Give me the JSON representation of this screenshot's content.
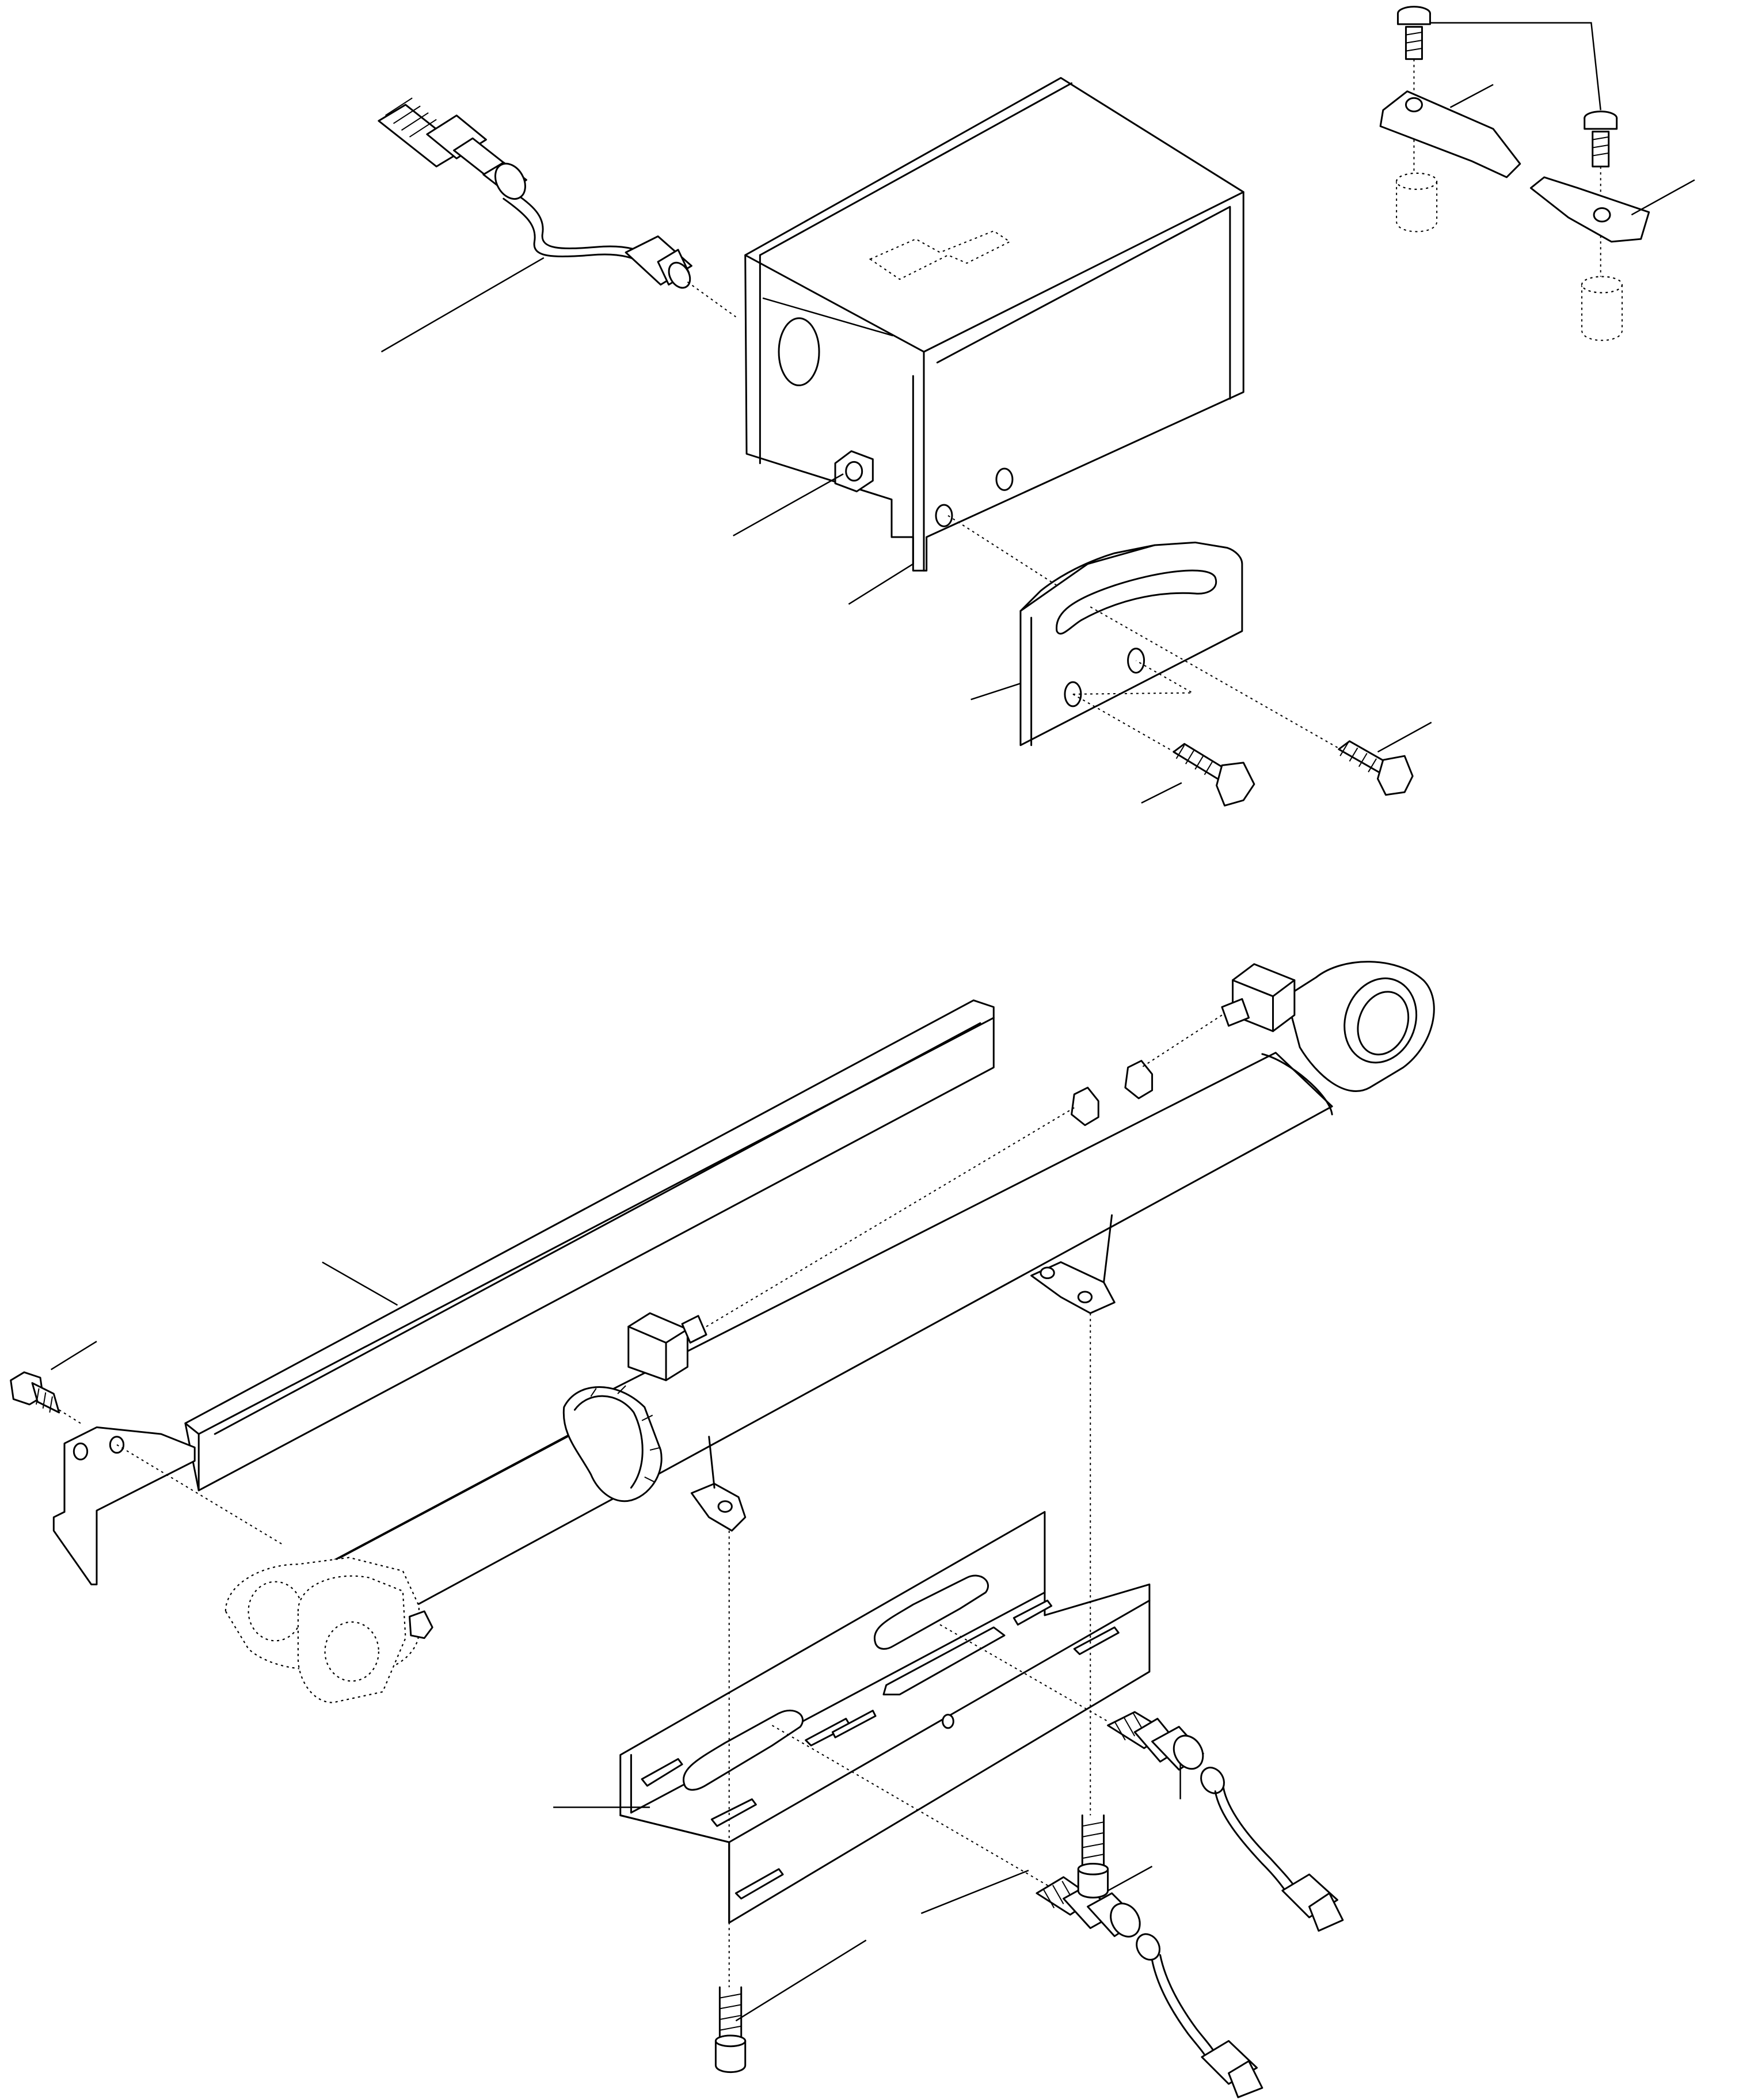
{
  "figure": {
    "type": "exploded-parts-diagram",
    "labels": [],
    "parts": [
      {
        "name": "proximity-sensor-cable-top"
      },
      {
        "name": "sensor-housing-box"
      },
      {
        "name": "hex-nut"
      },
      {
        "name": "housing-side-plate"
      },
      {
        "name": "slotted-mounting-plate"
      },
      {
        "name": "flange-bolt-left"
      },
      {
        "name": "flange-bolt-right"
      },
      {
        "name": "flange-bolt-detail-upper"
      },
      {
        "name": "flange-bolt-detail-lower"
      },
      {
        "name": "trip-flag-upper"
      },
      {
        "name": "trip-flag-lower"
      },
      {
        "name": "spacer-upper"
      },
      {
        "name": "spacer-lower"
      },
      {
        "name": "guide-rail-bar"
      },
      {
        "name": "rail-bolt"
      },
      {
        "name": "hydraulic-cylinder"
      },
      {
        "name": "channel-bracket"
      },
      {
        "name": "sensor-cable-right"
      },
      {
        "name": "sensor-cable-bottom"
      },
      {
        "name": "socket-cap-screw-right"
      },
      {
        "name": "socket-cap-screw-bottom"
      }
    ]
  }
}
